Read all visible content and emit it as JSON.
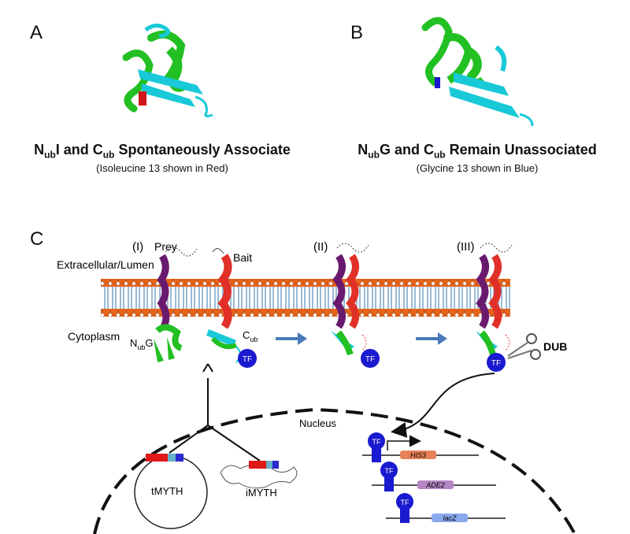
{
  "panels": {
    "a": {
      "letter": "A",
      "title_pre": "N",
      "title_sub1": "ub",
      "title_mid": "I and C",
      "title_sub2": "ub",
      "title_post": " Spontaneously Associate",
      "subtitle": "(Isoleucine 13 shown in Red)"
    },
    "b": {
      "letter": "B",
      "title_pre": "N",
      "title_sub1": "ub",
      "title_mid": "G and C",
      "title_sub2": "ub",
      "title_post": " Remain Unassociated",
      "subtitle": "(Glycine 13 shown in Blue)"
    },
    "c": {
      "letter": "C"
    }
  },
  "diagram": {
    "stage_1": "(I)",
    "stage_2": "(II)",
    "stage_3": "(III)",
    "prey": "Prey",
    "bait": "Bait",
    "extracellular": "Extracellular/Lumen",
    "cytoplasm": "Cytoplasm",
    "nub_main": "N",
    "nub_sub": "ub",
    "nub_suffix": "G",
    "cub_main": "C",
    "cub_sub": "ub",
    "tf": "TF",
    "dub": "DUB",
    "nucleus": "Nucleus",
    "tmyth": "tMYTH",
    "imyth": "iMYTH",
    "gene_his3": "HIS3",
    "gene_ade2": "ADE2",
    "gene_lacz": "lacZ"
  },
  "colors": {
    "helix_green": "#22c022",
    "strand_cyan": "#19c9d8",
    "prey_purple": "#6a1a6e",
    "bait_red": "#e03028",
    "tf_blue": "#1a1ad0",
    "arrow_blue": "#4a7ab8",
    "lipid_head": "#e8641a",
    "lipid_tail": "#6f9cc8"
  }
}
